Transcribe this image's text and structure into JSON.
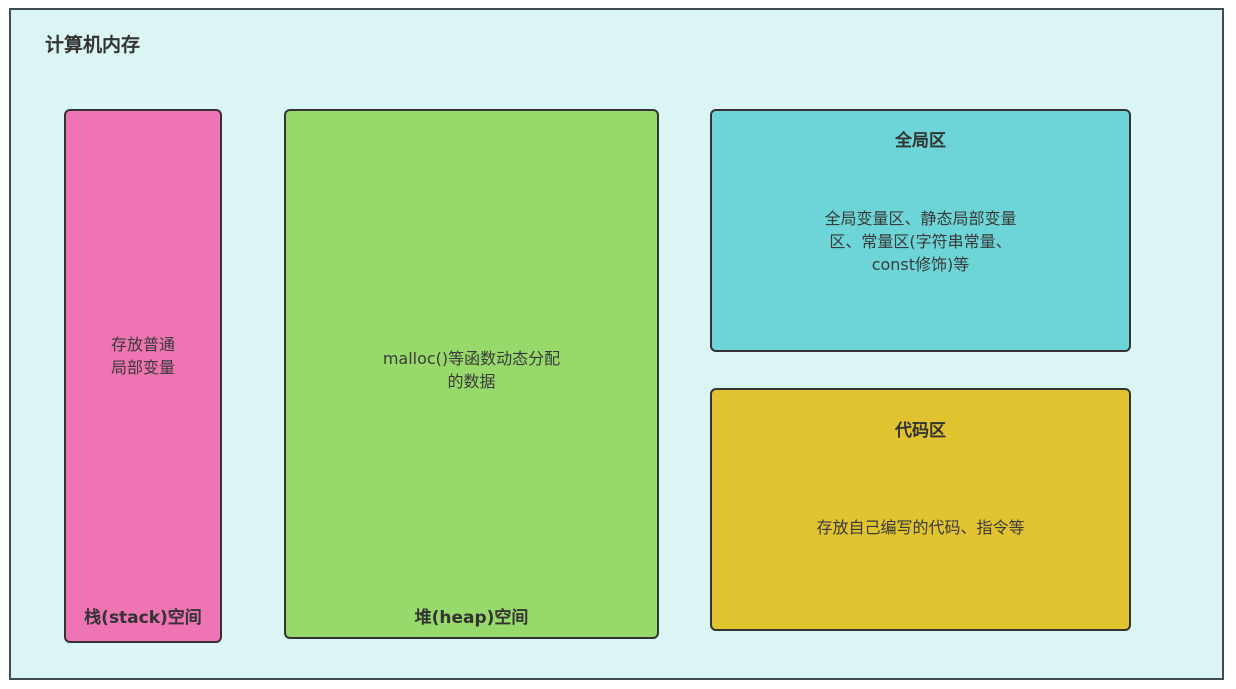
{
  "diagram": {
    "title": "计算机内存",
    "colors": {
      "background": "#dbf4f4",
      "stack": "#ee74b3",
      "heap": "#98d96b",
      "global": "#6dd5d8",
      "code": "#e0c32f"
    },
    "regions": {
      "stack": {
        "label": "栈(stack)空间",
        "description": "存放普通\n局部变量"
      },
      "heap": {
        "label": "堆(heap)空间",
        "description": "malloc()等函数动态分配\n的数据"
      },
      "global": {
        "label": "全局区",
        "description": "全局变量区、静态局部变量\n区、常量区(字符串常量、\nconst修饰)等"
      },
      "code": {
        "label": "代码区",
        "description": "存放自己编写的代码、指令等"
      }
    }
  }
}
